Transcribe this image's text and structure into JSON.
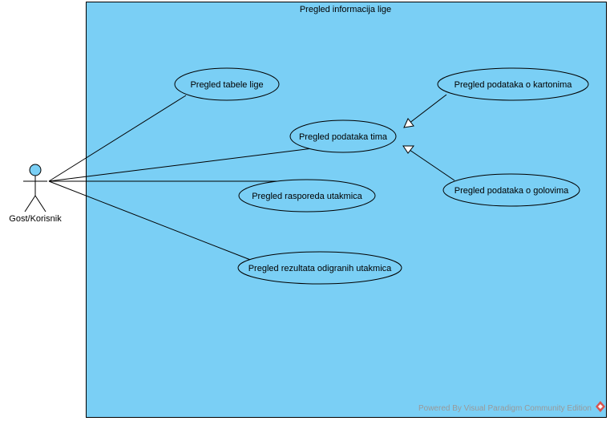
{
  "system": {
    "title": "Pregled informacija lige",
    "fill_color": "#7ACFF5",
    "border_color": "#000000"
  },
  "actor": {
    "label": "Gost/Korisnik",
    "head_color": "#7ACFF5"
  },
  "use_cases": {
    "tabela": "Pregled tabele lige",
    "tim": "Pregled podataka tima",
    "kartoni": "Pregled podataka o kartonima",
    "golovi": "Pregled podataka o golovima",
    "raspored": "Pregled rasporeda utakmica",
    "rezultati": "Pregled rezultata odigranih utakmica"
  },
  "relationships": [
    {
      "type": "association",
      "from": "actor",
      "to": "tabela"
    },
    {
      "type": "association",
      "from": "actor",
      "to": "tim"
    },
    {
      "type": "association",
      "from": "actor",
      "to": "raspored"
    },
    {
      "type": "association",
      "from": "actor",
      "to": "rezultati"
    },
    {
      "type": "generalization",
      "from": "kartoni",
      "to": "tim"
    },
    {
      "type": "generalization",
      "from": "golovi",
      "to": "tim"
    }
  ],
  "watermark": {
    "text": "Powered By  Visual Paradigm Community Edition",
    "color": "#999999",
    "logo_icon": "visual-paradigm-logo-icon"
  }
}
